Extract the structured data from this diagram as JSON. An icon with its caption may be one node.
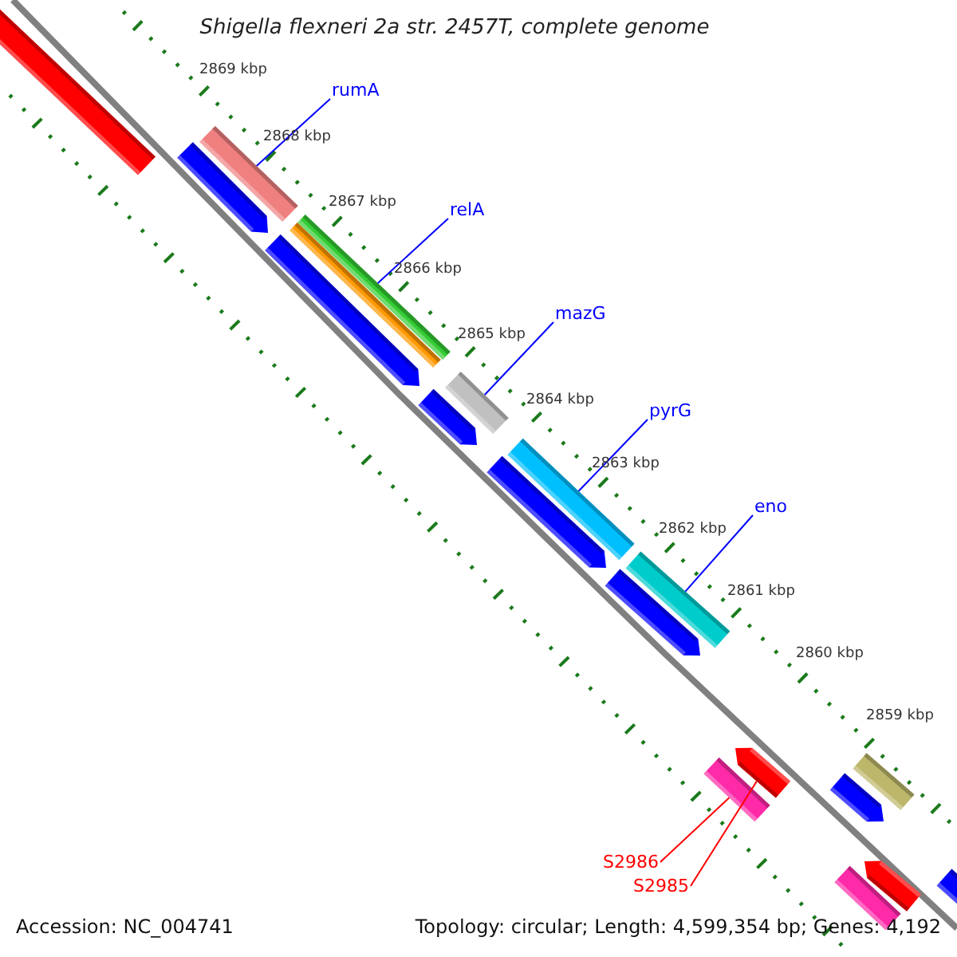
{
  "diagram": {
    "title": "Shigella flexneri 2a str. 2457T, complete genome",
    "nodes": [
      {
        "text": [],
        "shape": "bar"
      },
      {
        "text": [
          "rumA"
        ]
      },
      {
        "text": [],
        "shape": "bar"
      },
      {
        "text": [],
        "shape": "pentagon"
      },
      {
        "text": [
          "relA"
        ]
      },
      {
        "text": [],
        "shape": "bar"
      },
      {
        "text": [],
        "shape": "bar"
      },
      {
        "text": [],
        "shape": "pentagon"
      },
      {
        "text": [
          "mazG"
        ]
      },
      {
        "text": [],
        "shape": "bar"
      },
      {
        "text": [],
        "shape": "pentagon"
      },
      {
        "text": [
          "pyrG"
        ]
      },
      {
        "text": [],
        "shape": "bar"
      },
      {
        "text": [],
        "shape": "pentagon"
      },
      {
        "text": [
          "eno"
        ]
      },
      {
        "text": [],
        "shape": "bar"
      },
      {
        "text": [],
        "shape": "pentagon"
      },
      {
        "text": [
          "S2986"
        ]
      },
      {
        "text": [],
        "shape": "bar"
      },
      {
        "text": [
          "S2985"
        ]
      },
      {
        "text": [],
        "shape": "pentagon"
      },
      {
        "text": [],
        "shape": "pentagon"
      },
      {
        "text": [],
        "shape": "bar"
      },
      {
        "text": [],
        "shape": "bar"
      },
      {
        "text": [],
        "shape": "pentagon"
      },
      {
        "text": [],
        "shape": "pentagon"
      }
    ],
    "edges": [
      {
        "from": 1,
        "to": 2,
        "arrow": "none"
      },
      {
        "from": 4,
        "to": 5,
        "arrow": "none"
      },
      {
        "from": 8,
        "to": 9,
        "arrow": "none"
      },
      {
        "from": 11,
        "to": 12,
        "arrow": "none"
      },
      {
        "from": 14,
        "to": 15,
        "arrow": "none"
      },
      {
        "from": 17,
        "to": 18,
        "arrow": "none",
        "color": "#ff0000"
      },
      {
        "from": 19,
        "to": 20,
        "arrow": "none",
        "color": "#ff0000"
      }
    ],
    "labels": [
      "2869 kbp",
      "2868 kbp",
      "2867 kbp",
      "2866 kbp",
      "2865 kbp",
      "2864 kbp",
      "2863 kbp",
      "2862 kbp",
      "2861 kbp",
      "2860 kbp",
      "2859 kbp",
      "Accession: NC_004741",
      "Topology: circular; Length: 4,599,354 bp; Genes: 4,192"
    ]
  }
}
